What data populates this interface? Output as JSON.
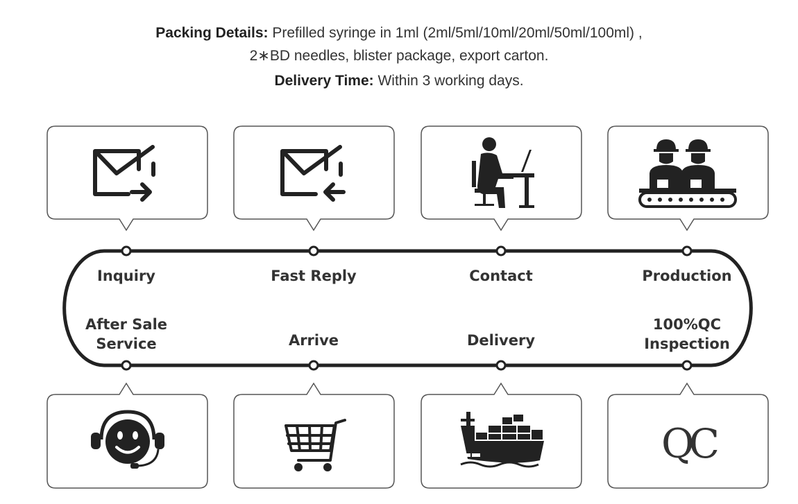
{
  "header": {
    "packing_label": "Packing Details:",
    "packing_text": "Prefilled syringe in 1ml (2ml/5ml/10ml/20ml/50ml/100ml) ,",
    "packing_text2": "2∗BD needles, blister package, export carton.",
    "delivery_label": "Delivery Time:",
    "delivery_text": "Within 3 working days."
  },
  "steps_top": [
    {
      "label": "Inquiry",
      "icon": "mail-send-icon"
    },
    {
      "label": "Fast Reply",
      "icon": "mail-reply-icon"
    },
    {
      "label": "Contact",
      "icon": "person-at-desk-icon"
    },
    {
      "label": "Production",
      "icon": "workers-conveyor-icon"
    }
  ],
  "steps_bottom": [
    {
      "label": "After Sale Service",
      "icon": "smiley-headset-icon"
    },
    {
      "label": "Arrive",
      "icon": "shopping-cart-icon"
    },
    {
      "label": "Delivery",
      "icon": "cargo-ship-icon"
    },
    {
      "label": "100%QC Inspection",
      "icon": "qc-icon",
      "icon_text": "QC"
    }
  ],
  "colors": {
    "stroke": "#222222",
    "box_border": "#555555"
  }
}
